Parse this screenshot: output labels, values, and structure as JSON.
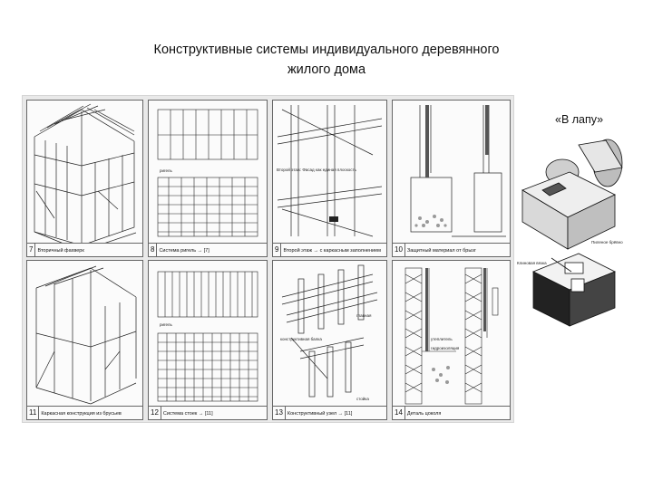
{
  "slide": {
    "title_line1": "Конструктивные системы  индивидуального деревянного",
    "title_line2": "жилого дома"
  },
  "sheet": {
    "panels": [
      {
        "number": "7",
        "caption": "Вторичный фахверк"
      },
      {
        "number": "8",
        "caption": "Система ригель → [7]"
      },
      {
        "number": "9",
        "caption": "Второй этаж → с каркасным заполнением"
      },
      {
        "number": "10",
        "caption": "Защитный материал от брызг"
      },
      {
        "number": "11",
        "caption": "Каркасная конструкция из брусьев"
      },
      {
        "number": "12",
        "caption": "Система стоек → [11]"
      },
      {
        "number": "13",
        "caption": "Конструктивный узел → [11]"
      },
      {
        "number": "14",
        "caption": "Деталь цоколя"
      }
    ],
    "notes": {
      "p8_top": "ригель",
      "p9_mid": "Второй этаж: Фасад как единая плоскость",
      "p12_mid": "ригель",
      "p13_a": "главная",
      "p13_b": "конструктивная балка",
      "p13_c": "стойка",
      "p14_a": "утеплитель",
      "p14_b": "гидроизоляция"
    }
  },
  "lapu": {
    "title": "«В лапу»",
    "label_a": "Пиленое брёвно",
    "label_b": "Клиновая вязка"
  }
}
